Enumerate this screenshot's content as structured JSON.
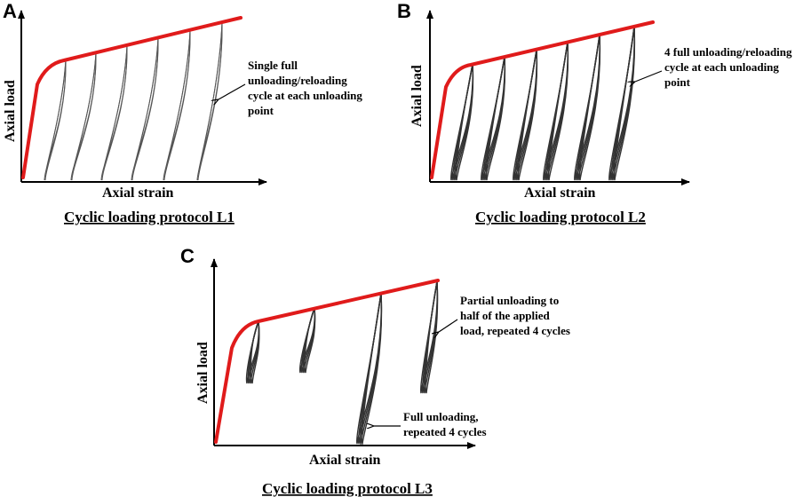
{
  "panels": [
    {
      "letter": "A",
      "ylabel": "Axial load",
      "xlabel": "Axial strain",
      "caption": "Cyclic loading protocol L1",
      "annotation": [
        "Single full",
        "unloading/reloading",
        "cycle at each unloading",
        "point"
      ]
    },
    {
      "letter": "B",
      "ylabel": "Axial load",
      "xlabel": "Axial strain",
      "caption": "Cyclic loading protocol L2",
      "annotation": [
        "4 full unloading/reloading",
        "cycle at each unloading",
        "point"
      ]
    },
    {
      "letter": "C",
      "ylabel": "Axial load",
      "xlabel": "Axial strain",
      "caption": "Cyclic loading protocol L3",
      "annotation_top": [
        "Partial unloading to",
        "half of the applied",
        "load, repeated 4 cycles"
      ],
      "annotation_bottom": [
        "Full unloading,",
        "repeated 4 cycles"
      ]
    }
  ],
  "colors": {
    "envelope": "#e01b1b",
    "loops": "#555555",
    "axes": "#000000"
  }
}
